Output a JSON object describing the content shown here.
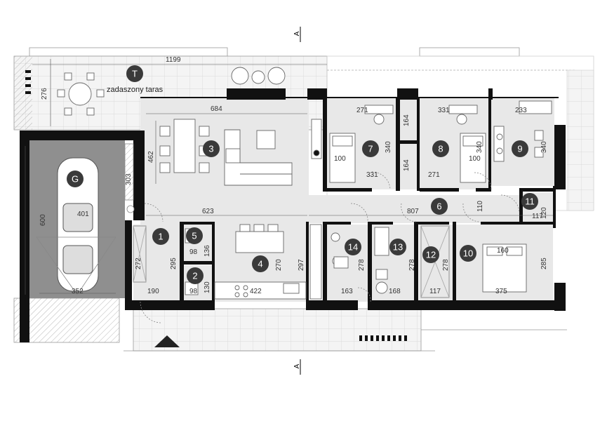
{
  "rooms": [
    {
      "id": "T",
      "label": "T"
    },
    {
      "id": "G",
      "label": "G"
    },
    {
      "id": "1",
      "label": "1"
    },
    {
      "id": "2",
      "label": "2"
    },
    {
      "id": "3",
      "label": "3"
    },
    {
      "id": "4",
      "label": "4"
    },
    {
      "id": "5",
      "label": "5"
    },
    {
      "id": "6",
      "label": "6"
    },
    {
      "id": "7",
      "label": "7"
    },
    {
      "id": "8",
      "label": "8"
    },
    {
      "id": "9",
      "label": "9"
    },
    {
      "id": "10",
      "label": "10"
    },
    {
      "id": "11",
      "label": "11"
    },
    {
      "id": "12",
      "label": "12"
    },
    {
      "id": "13",
      "label": "13"
    },
    {
      "id": "14",
      "label": "14"
    }
  ],
  "terrace_label": "zadaszony taras",
  "section_marker": "A",
  "dimensions": {
    "total_width": "1199",
    "terrace_depth": "276",
    "living_width": "684",
    "living_depth": "462",
    "hall_width": "623",
    "corridor_width": "807",
    "corridor_depth": "110",
    "garage_depth": "600",
    "garage_width": "352",
    "garage_car": "401",
    "garage_side": "303",
    "r7_top": "271",
    "r7_side": "340",
    "r7_bed": "100",
    "r7_bottom": "331",
    "r8_top": "331",
    "r8_side": "340",
    "r8_bed": "100",
    "r8_bottom": "271",
    "closet_a": "164",
    "closet_b": "164",
    "r9_top": "233",
    "r9_side": "340",
    "r11_w": "117",
    "r11_h": "120",
    "r1_h": "295",
    "r1_w": "190",
    "r1_side": "272",
    "r5_w": "98",
    "r5_h": "136",
    "r2_w": "98",
    "r2_h": "130",
    "r4_w": "422",
    "r4_h": "270",
    "r4_side": "297",
    "r14_w": "163",
    "r14_h": "278",
    "r13_w": "168",
    "r13_h": "278",
    "r12_w": "117",
    "r12_h": "278",
    "r10_top": "160",
    "r10_bottom": "375",
    "r10_side": "285"
  }
}
